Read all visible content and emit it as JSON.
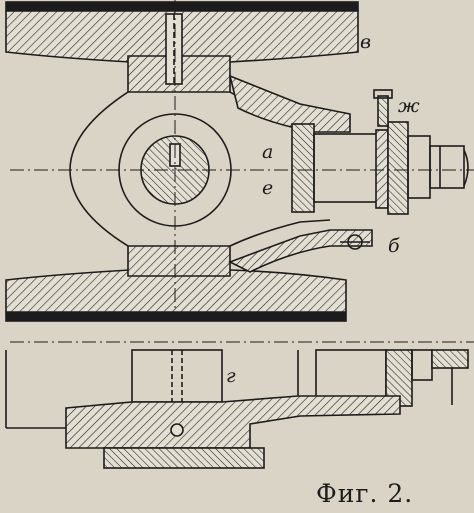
{
  "drawing": {
    "labels": {
      "a": "а",
      "b": "б",
      "v": "в",
      "g": "г",
      "e": "е",
      "zh": "ж"
    },
    "caption": "Фиг. 2."
  },
  "colors": {
    "paper": "#d9d4c5",
    "ink": "#1c1c1c"
  }
}
